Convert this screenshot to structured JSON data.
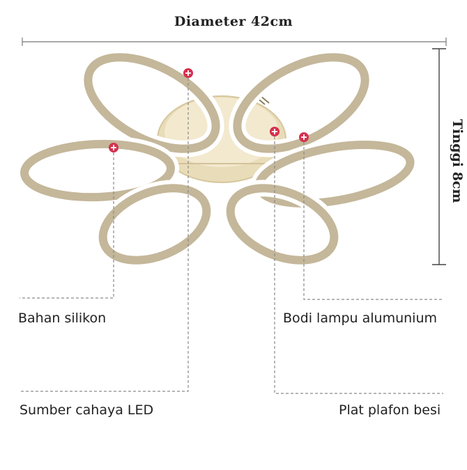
{
  "dimensions": {
    "diameter": "Diameter 42cm",
    "height": "Tinggi 8cm"
  },
  "callouts": {
    "bahan_silikon": "Bahan silikon",
    "bodi_lampu": "Bodi lampu alumunium",
    "sumber_cahaya": "Sumber cahaya LED",
    "plat_plafon": "Plat plafon besi"
  },
  "colors": {
    "ring_outer": "#c4b79a",
    "ring_inner": "#ffffff",
    "base": "#e9dcb8",
    "marker": "#d6304f",
    "guide": "#8a8a8a",
    "text": "#222222"
  }
}
